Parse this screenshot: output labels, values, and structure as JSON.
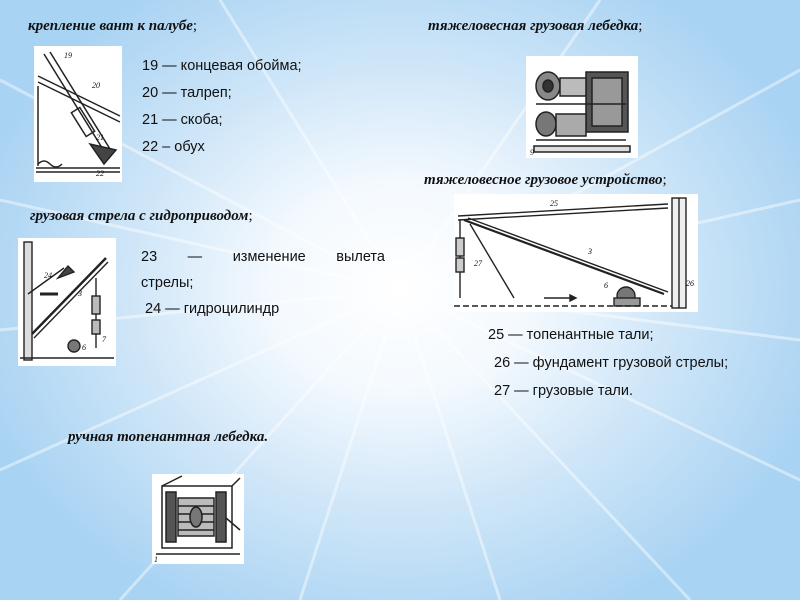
{
  "headings": {
    "shrouds": "крепление вант к палубе",
    "heavy_winch": "тяжеловесная грузовая лебедка",
    "heavy_device": "тяжеловесное грузовое устройство",
    "hydraulic_boom": "грузовая стрела с гидроприводом",
    "manual_winch": "ручная топенантная лебедка."
  },
  "punct": {
    "semicolon": ";"
  },
  "items_shrouds": [
    "19 — концевая обойма;",
    "20 — талреп;",
    "21 — скоба;",
    "22 – обух"
  ],
  "hydraulic_text": {
    "line1_words": [
      "23",
      "—",
      "изменение",
      "вылета"
    ],
    "line2": "стрелы;",
    "line3": " 24 — гидроцилиндр"
  },
  "items_device": [
    "25 — топенантные тали;",
    "26 — фундамент грузовой стрелы;",
    "27 — грузовые тали."
  ],
  "figure_labels": {
    "shrouds": [
      "19",
      "20",
      "21",
      "22"
    ],
    "winch": [
      "9"
    ],
    "device": [
      "25",
      "3",
      "27",
      "6",
      "26"
    ],
    "boom": [
      "24",
      "3",
      "6",
      "7"
    ],
    "manual": [
      "1"
    ]
  }
}
